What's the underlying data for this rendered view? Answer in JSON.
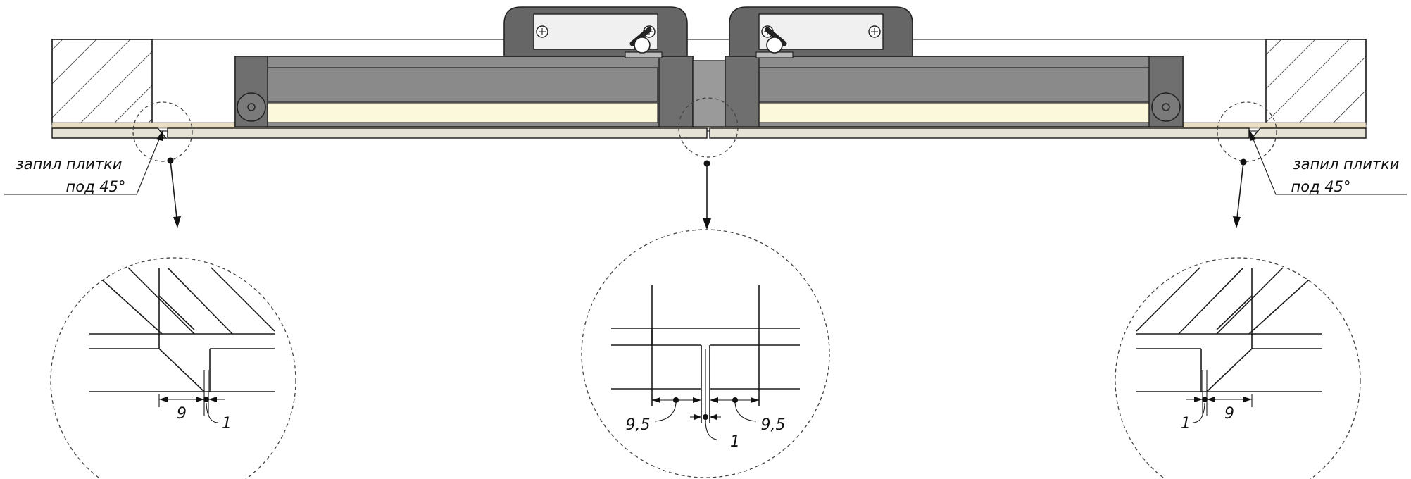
{
  "callouts": {
    "left_line1": "запил плитки",
    "left_line2": "под 45°",
    "right_line1": "запил плитки",
    "right_line2": "под 45°"
  },
  "dimensions": {
    "left_gap_width": "9",
    "left_joint": "1",
    "center_left_width": "9,5",
    "center_right_width": "9,5",
    "center_joint": "1",
    "right_joint": "1",
    "right_gap_width": "9"
  },
  "colors": {
    "frame_gray": "#8c8c8c",
    "profile_dark": "#6f6f6f",
    "light_strip": "#fbf8dc",
    "tile": "#e6e3d6",
    "hinge_plate": "#f0f0f0"
  }
}
